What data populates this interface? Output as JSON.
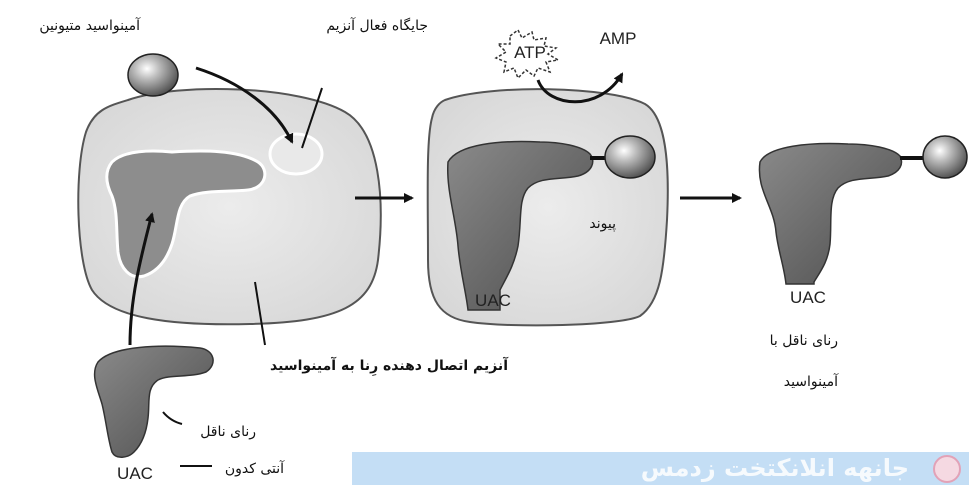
{
  "labels": {
    "amino_acid_methionine": "آمینواسید متیونین",
    "enzyme_active_site": "جایگاه فعال آنزیم",
    "atp": "ATP",
    "amp": "AMP",
    "bond": "پیوند",
    "anticodon_panel2": "UAC",
    "anticodon_panel3": "UAC",
    "anticodon_panel1": "UAC",
    "charged_trna_line1": "رنای ناقل با",
    "charged_trna_line2": "آمینواسید",
    "enzyme_name": "آنزیم اتصال دهنده رِنا به آمینواسید",
    "trna": "رنای ناقل",
    "anticodon": "آنتی کدون"
  },
  "watermark": {
    "text": "جانهه انلانکتخت زدمس"
  },
  "colors": {
    "enzyme_fill": "#e3e3e3",
    "trna_fill": "#6f6f6f",
    "ball_fill": "#8f8f8f",
    "watermark_bar": "#c4def5"
  }
}
